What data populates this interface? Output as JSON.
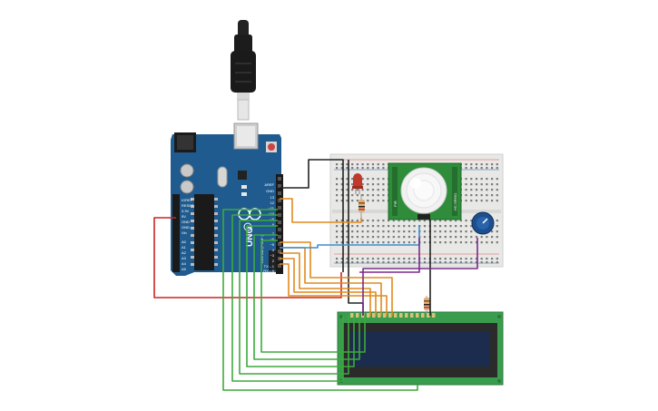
{
  "arduino": {
    "brand": "UNO",
    "aref_label": "AREF",
    "gnd_label": "GND",
    "pin13": "13",
    "pin12": "12",
    "pin11": "~11",
    "pin10": "~10",
    "pin9": "~9",
    "pin8": "8",
    "pin7": "7",
    "pin6": "~6",
    "pin5": "~5",
    "pin4": "4",
    "pin3": "~3",
    "pin2": "2",
    "pin1": "TX→1",
    "pin0": "RX←0",
    "digital_label": "DIGITAL (PWM~)",
    "power_labels": [
      "IOREF",
      "RESET",
      "3.3V",
      "5V",
      "GND",
      "GND",
      "Vin"
    ],
    "analog_labels": [
      "A0",
      "A1",
      "A2",
      "A3",
      "A4",
      "A5"
    ]
  },
  "pir": {
    "label_left": "PIR",
    "label_right": "HC-SR501"
  },
  "colors": {
    "board": "#1f5b8e",
    "breadboard": "#e8e8e6",
    "lcd_pcb": "#3a9d4e",
    "lcd_screen": "#1c2c4e",
    "wire_red": "#cc2222",
    "wire_black": "#222222",
    "wire_orange": "#e08a1e",
    "wire_green": "#3caa3c",
    "wire_blue": "#3a8fd0",
    "wire_purple": "#7a2a8a"
  }
}
